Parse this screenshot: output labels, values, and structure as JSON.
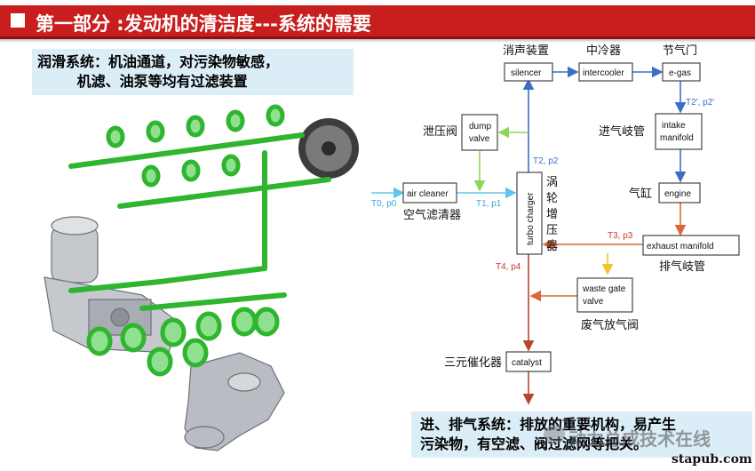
{
  "header": {
    "title": "第一部分 :发动机的清洁度---系统的需要"
  },
  "lubrication_note": "润滑系统：机油通道，对污染物敏感，\n        机滤、油泵等均有过滤装置",
  "intake_exhaust_note": "进、排气系统：排放的重要机构，易产生\n污染物，有空滤、阀过滤网等把关。",
  "watermark": "动力总成技术在线",
  "footer": "stapub.com",
  "diagram": {
    "boxes": {
      "silencer": "silencer",
      "intercooler": "intercooler",
      "egas": "e-gas",
      "intake1": "intake",
      "intake2": "manifold",
      "dump1": "dump",
      "dump2": "valve",
      "aircleaner": "air cleaner",
      "turbo": "turbo charger",
      "engine": "engine",
      "exhaust": "exhaust manifold",
      "waste1": "waste gate",
      "waste2": "valve",
      "catalyst": "catalyst"
    },
    "labels": {
      "silencer_cn": "消声装置",
      "intercooler_cn": "中冷器",
      "throttle_cn": "节气门",
      "intake_cn": "进气岐管",
      "dump_cn": "泄压阀",
      "cylinder_cn": "气缸",
      "aircleaner_cn": "空气滤清器",
      "turbo_cn1": "涡",
      "turbo_cn2": "轮",
      "turbo_cn3": "增",
      "turbo_cn4": "压",
      "turbo_cn5": "器",
      "exhaust_cn": "排气岐管",
      "waste_cn": "废气放气阀",
      "catalyst_cn": "三元催化器"
    },
    "states": {
      "t0p0": "T0, p0",
      "t1p1": "T1, p1",
      "t2p2": "T2, p2",
      "t2p2b": "T2', p2'",
      "t3p3": "T3, p3",
      "t4p4": "T4, p4"
    },
    "colors": {
      "intake_blue": "#3a6fc4",
      "cyan": "#5bc8ea",
      "green": "#8fd45a",
      "orange": "#d9693a",
      "yellow": "#f2c230",
      "exhaust_red": "#b5482a"
    }
  }
}
